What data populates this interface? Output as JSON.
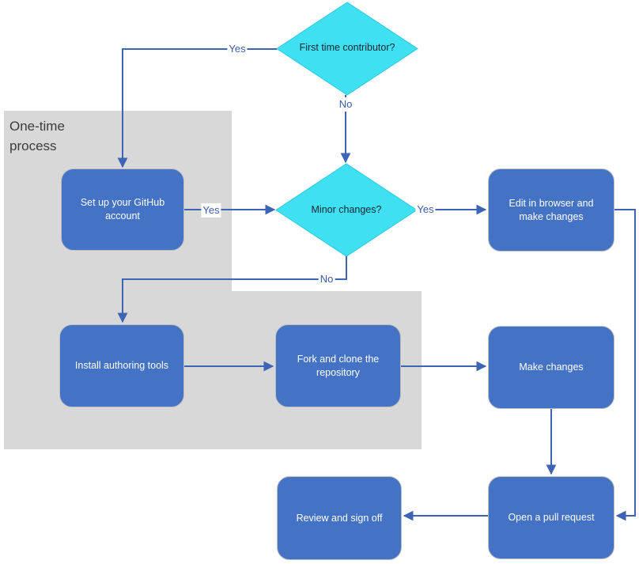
{
  "flowchart": {
    "region": {
      "label": "One-time process"
    },
    "decisions": [
      {
        "id": "first-time-contributor",
        "label": "First time contributor?"
      },
      {
        "id": "minor-changes",
        "label": "Minor changes?"
      }
    ],
    "processes": [
      {
        "id": "setup-github",
        "label": "Set up your GitHub account"
      },
      {
        "id": "install-authoring-tools",
        "label": "Install authoring tools"
      },
      {
        "id": "fork-clone-repository",
        "label": "Fork and clone the repository"
      },
      {
        "id": "edit-in-browser",
        "label": "Edit in browser and make changes"
      },
      {
        "id": "make-changes",
        "label": "Make changes"
      },
      {
        "id": "open-pull-request",
        "label": "Open a pull request"
      },
      {
        "id": "review-sign-off",
        "label": "Review and sign off"
      }
    ],
    "edge_labels": [
      {
        "id": "first-time-yes",
        "text": "Yes"
      },
      {
        "id": "first-time-no",
        "text": "No"
      },
      {
        "id": "setup-yes",
        "text": "Yes"
      },
      {
        "id": "minor-yes",
        "text": "Yes"
      },
      {
        "id": "minor-no",
        "text": "No"
      }
    ],
    "colors": {
      "process_fill": "#4472C4",
      "process_text": "#FFFFFF",
      "decision_fill": "#3EE0F1",
      "region_fill": "#D8D8D8",
      "connector": "#3E64B5",
      "edge_label_text": "#3A5CAD"
    }
  }
}
